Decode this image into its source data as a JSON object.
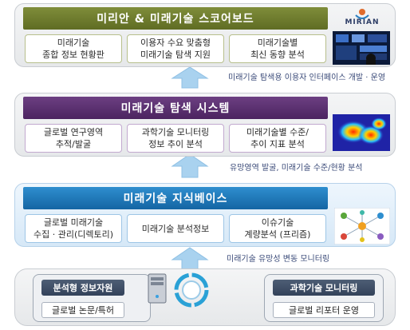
{
  "layer1": {
    "title": "미리안 & 미래기술 스코어보드",
    "logo_text": "MIRIAN",
    "items": [
      [
        "미래기술",
        "종합 정보 현황판"
      ],
      [
        "이용자 수요 맞춤형",
        "미래기술 탐색 지원"
      ],
      [
        "미래기술별",
        "최신 동향 분석"
      ]
    ],
    "caption": "미래기술 탐색용 이용자 인터페이스 개발 · 운영"
  },
  "layer2": {
    "title": "미래기술 탐색 시스템",
    "items": [
      [
        "글로벌 연구영역",
        "추적/발굴"
      ],
      [
        "과학기술 모니터링",
        "정보 추이 분석"
      ],
      [
        "미래기술별 수준/",
        "추이 지표 분석"
      ]
    ],
    "caption": "유망영역 발굴, 미래기술 수준/현황 분석"
  },
  "layer3": {
    "title": "미래기술 지식베이스",
    "items": [
      [
        "글로벌 미래기술",
        "수집 · 관리(디렉토리)"
      ],
      [
        "미래기술 분석정보"
      ],
      [
        "이슈기술",
        "계량분석 (프리즘)"
      ]
    ],
    "caption": "미래기술 유망성 변동 모니터링"
  },
  "bottom": {
    "left_header": "분석형 정보자원",
    "left_item": "글로벌 논문/특허",
    "right_header": "과학기술 모니터링",
    "right_item": "글로벌 리포터 운영"
  },
  "colors": {
    "olive": "#6f7d2e",
    "purple": "#5b2f70",
    "blue": "#1f78bd",
    "arrow": "#a9d2ef"
  },
  "icons": [
    "screen-photo",
    "heatmap",
    "network-diagram",
    "server-tower",
    "cycle-circle"
  ]
}
